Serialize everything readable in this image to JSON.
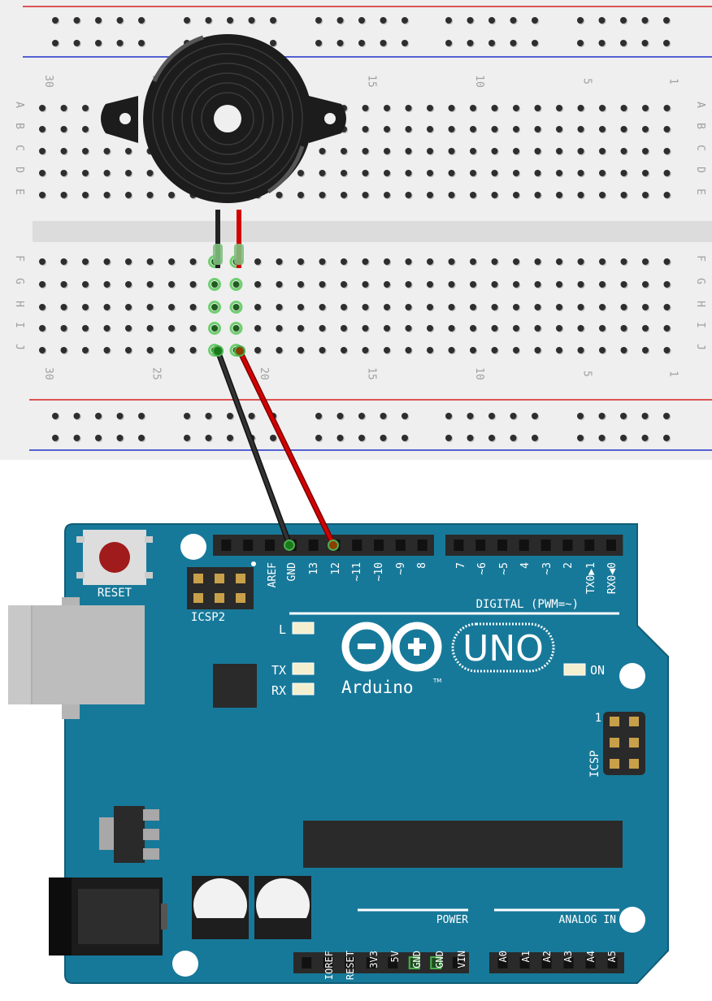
{
  "breadboard": {
    "row_letters_top": [
      "A",
      "B",
      "C",
      "D",
      "E"
    ],
    "row_letters_bottom": [
      "F",
      "G",
      "H",
      "I",
      "J"
    ],
    "column_numbers": [
      "30",
      "25",
      "20",
      "15",
      "10",
      "5",
      "1"
    ]
  },
  "arduino": {
    "reset_label": "RESET",
    "icsp2_label": "ICSP2",
    "icsp_label": "ICSP",
    "icsp_pin1_label": "1",
    "digital_pins": [
      "AREF",
      "GND",
      "13",
      "12",
      "~11",
      "~10",
      "~9",
      "8",
      "7",
      "~6",
      "~5",
      "4",
      "~3",
      "2",
      "TX0▶1",
      "RX0◀0"
    ],
    "digital_label": "DIGITAL (PWM=~)",
    "led_l": "L",
    "led_tx": "TX",
    "led_rx": "RX",
    "led_on": "ON",
    "logo_text": "Arduino",
    "logo_tm": "TM",
    "uno_text": "UNO",
    "power_label": "POWER",
    "power_pins": [
      "IOREF",
      "RESET",
      "3V3",
      "5V",
      "GND",
      "GND",
      "VIN"
    ],
    "analog_label": "ANALOG IN",
    "analog_pins": [
      "A0",
      "A1",
      "A2",
      "A3",
      "A4",
      "A5"
    ]
  },
  "colors": {
    "board": "#17799a",
    "breadboard": "#efefef",
    "wire_red": "#d40000",
    "wire_black": "#222222",
    "rail_red": "#d62020",
    "rail_blue": "#2030c8",
    "active_hole": "#4caf50"
  }
}
